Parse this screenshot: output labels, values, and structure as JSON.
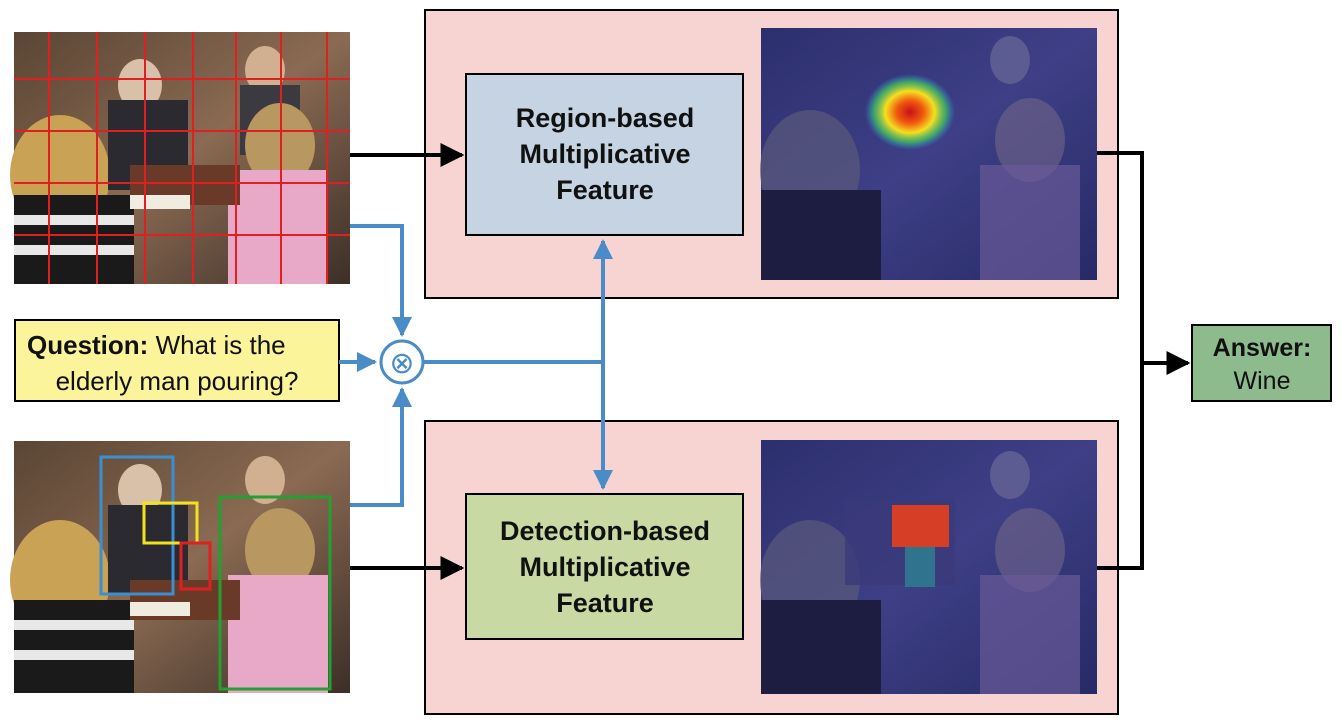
{
  "diagram": {
    "region_module": {
      "line1": "Region-based",
      "line2": "Multiplicative",
      "line3": "Feature"
    },
    "detection_module": {
      "line1": "Detection-based",
      "line2": "Multiplicative",
      "line3": "Feature"
    },
    "question": {
      "prefix": "Question:",
      "line1_rest": " What is the",
      "line2": "elderly man pouring?"
    },
    "answer": {
      "prefix": "Answer:",
      "value": "Wine"
    },
    "combine_symbol": "⊗"
  },
  "colors": {
    "panel_pink": "#f7d4d2",
    "region_box": "#c5d3e2",
    "detection_box": "#c8d9a3",
    "question_box": "#fbf49b",
    "answer_box": "#8dbb8e",
    "blue_arrow": "#4a8cc8",
    "grid_red": "#e02020",
    "bbox_blue": "#3a8fd0",
    "bbox_yellow": "#f2e21e",
    "bbox_red": "#e02020",
    "bbox_green": "#22a030"
  }
}
